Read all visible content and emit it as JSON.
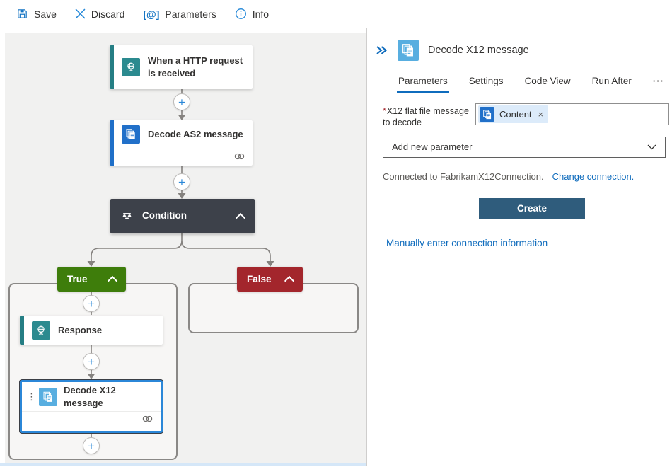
{
  "toolbar": {
    "save_label": "Save",
    "discard_label": "Discard",
    "parameters_label": "Parameters",
    "parameters_glyph": "[@]",
    "info_label": "Info"
  },
  "canvas": {
    "trigger_title": "When a HTTP request is received",
    "as2_title": "Decode AS2 message",
    "condition_title": "Condition",
    "true_label": "True",
    "false_label": "False",
    "response_title": "Response",
    "x12_title": "Decode X12 message",
    "plus": "+",
    "drag_handle": "⋮"
  },
  "panel": {
    "title": "Decode X12 message",
    "tabs": [
      {
        "label": "Parameters",
        "active": true
      },
      {
        "label": "Settings",
        "active": false
      },
      {
        "label": "Code View",
        "active": false
      },
      {
        "label": "Run After",
        "active": false
      },
      {
        "label": "···",
        "active": false
      }
    ],
    "param_required_mark": "*",
    "param_label": "X12 flat file message to decode",
    "token_label": "Content",
    "token_remove": "×",
    "add_parameter_placeholder": "Add new parameter",
    "connected_text": "Connected to FabrikamX12Connection.",
    "change_connection_link": "Change connection.",
    "create_button": "Create",
    "manual_link": "Manually enter connection information"
  },
  "icons": {
    "toolbar": [
      "save-icon",
      "discard-x-icon",
      "parameters-at-icon",
      "info-icon"
    ],
    "trigger": "http-request-globe-icon",
    "as2": "document-stack-icon",
    "x12": "document-stack-icon",
    "condition": "balance-scale-icon",
    "connection": "linked-rings-icon",
    "panel_collapse": "double-chevron-right-icon"
  },
  "colors": {
    "accent_blue": "#0078d4",
    "link_blue": "#0f6cbd",
    "trigger_teal": "#2b8a8f",
    "as2_blue": "#2170c9",
    "x12_light_blue": "#58aee0",
    "condition_gray": "#3d414a",
    "true_green": "#3e7d0b",
    "false_red": "#a3262c",
    "selected_border": "#2b87d8",
    "create_button": "#2f5c7c",
    "canvas_bg": "#f1f1f0"
  }
}
